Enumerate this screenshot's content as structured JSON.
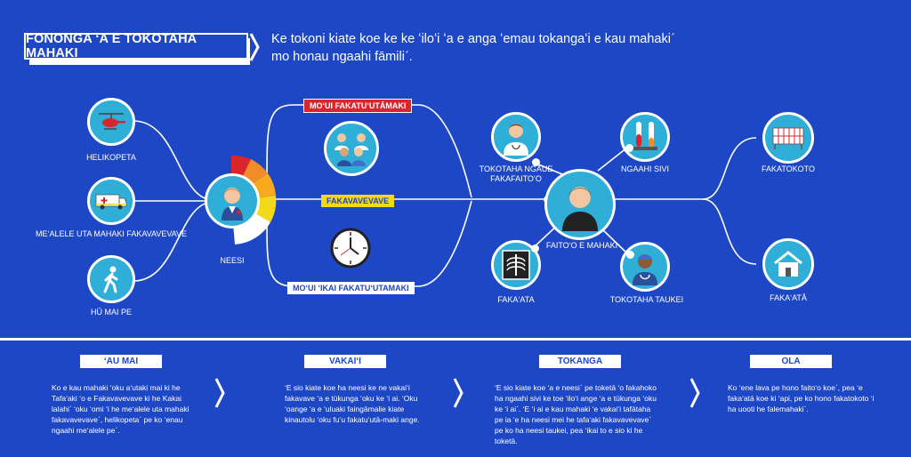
{
  "header": {
    "title": "FONONGA ʻA E TOKOTAHA MAHAKI",
    "intro": "Ke tokoni kiate koe ke ke ʻiloʻi ʻa e anga ʻemau tokangaʻi e kau mahakiˊ mo honau ngaahi fāmiliˊ."
  },
  "left_nodes": [
    {
      "label": "HELIKOPETA",
      "icon": "helicopter-icon"
    },
    {
      "label": "MEʻALELE UTA MAHAKI FAKAVAVEVAVE",
      "icon": "ambulance-icon"
    },
    {
      "label": "HŪ MAI PE",
      "icon": "walking-person-icon"
    }
  ],
  "nurse": {
    "label": "NEESI",
    "icon": "nurse-icon"
  },
  "paths": {
    "top": "MOʻUI FAKATUʻUTĀMAKI",
    "middle": "FAKAVAVEVAVE",
    "bottom": "MOʻUI ʻIKAI FAKATUʻUTAMAKI"
  },
  "patient": {
    "label": "FAITOʻO E MAHAKI",
    "icon": "patient-icon"
  },
  "patient_neighbors": [
    {
      "label": "TOKOTAHA NGĀUE FAKAFAITOʻO",
      "icon": "doctor-icon"
    },
    {
      "label": "NGAAHI SIVI",
      "icon": "test-tubes-icon"
    },
    {
      "label": "FAKAʻATA",
      "icon": "xray-icon"
    },
    {
      "label": "TOKOTAHA TAUKEI",
      "icon": "specialist-icon"
    }
  ],
  "right_nodes": [
    {
      "label": "FAKATOKOTO",
      "icon": "hospital-bed-icon"
    },
    {
      "label": "FAKAʻATĀ",
      "icon": "house-icon"
    }
  ],
  "steps": [
    {
      "title": "ʻAU MAI",
      "text": "Ko e kau mahaki ʻoku aʻutaki mai ki he Tafaʻaki ʻo e Fakavavevave ki he Kakai lalahiˊ ʻoku ʻomi ʻi he meʻalele uta mahaki fakavavevaveˊ, helikopetaˊ pe ko ʻenau ngaahi meʻalele peˊ."
    },
    {
      "title": "VAKAIʻI",
      "text": "ʻE sio kiate koe ha neesi ke ne vakaiʻi fakavave ʻa e tūkunga ʻoku ke ʻi ai. ʻOku ʻoange ʻa e ʻuluaki faingāmalie kiate kinautolu ʻoku fuʻu fakatuʻutā-maki ange."
    },
    {
      "title": "TOKANGA",
      "text": "ʻE sio kiate koe ʻa e neesiˊ pe toketā ʻo fakahoko ha ngaahi sivi ke toe ʻiloʻi ange ʻa e tūkunga ʻoku ke ʻi aiˊ. ʻE ʻi ai e kau mahaki ʻe vakaiʻi tafātaha pe ia ʻe ha neesi mei he tafaʻaki fakavavevaveˊ pe ko ha neesi taukei, pea ʻikai to e sio ki he toketā."
    },
    {
      "title": "OLA",
      "text": "Ko ʻene lava pe hono faitoʻo koeˊ, pea ʻe fakaʻatā koe ki ʻapi, pe ko hono fakatokoto ʻi ha uooti he falemahakiˊ."
    }
  ],
  "colors": {
    "background": "#1d47c5",
    "icon_bg": "#2faed8",
    "red": "#d9262c",
    "yellow": "#f4d81a",
    "orange": "#f28c28"
  }
}
